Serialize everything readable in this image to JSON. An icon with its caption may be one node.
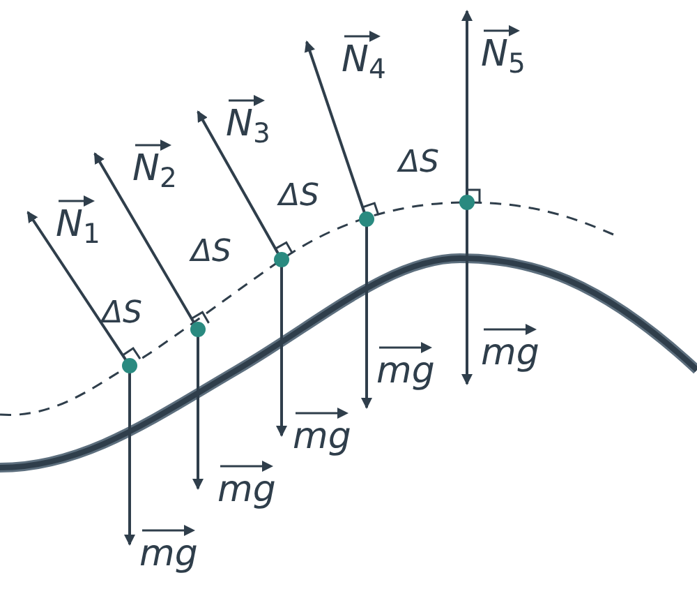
{
  "diagram": {
    "labels": [
      "*N*$_{5}$",
      "*N*$_{4}$",
      "*N*$_{3}$",
      "*N*$_{2}$",
      "*N*$_{1}$",
      "ΔS",
      "ΔS",
      "ΔS",
      "ΔS",
      "mg",
      "mg",
      "mg",
      "mg",
      "mg"
    ]
  }
}
